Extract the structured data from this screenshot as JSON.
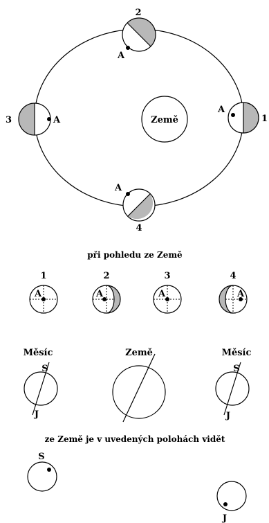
{
  "colors": {
    "shade": "#b8b8b8",
    "line": "#000000",
    "background": "#ffffff"
  },
  "orbit": {
    "center_label": "Země",
    "point_label": "A",
    "positions": [
      {
        "number": "1",
        "point_label": "A"
      },
      {
        "number": "2",
        "point_label": "A"
      },
      {
        "number": "3",
        "point_label": "A"
      },
      {
        "number": "4",
        "point_label": "A"
      }
    ]
  },
  "view_caption": "při pohledu ze Země",
  "views": [
    {
      "number": "1",
      "point_label": "A"
    },
    {
      "number": "2",
      "point_label": "A"
    },
    {
      "number": "3",
      "point_label": "A"
    },
    {
      "number": "4",
      "point_label": "A"
    }
  ],
  "axes": {
    "left": {
      "title": "Měsíc",
      "top_label": "S",
      "bottom_label": "J"
    },
    "middle": {
      "title": "Země"
    },
    "right": {
      "title": "Měsíc",
      "top_label": "S",
      "bottom_label": "J"
    }
  },
  "result_caption": "ze Země je v uvedených polohách vidět",
  "results": [
    {
      "label": "S"
    },
    {
      "label": "J"
    }
  ]
}
